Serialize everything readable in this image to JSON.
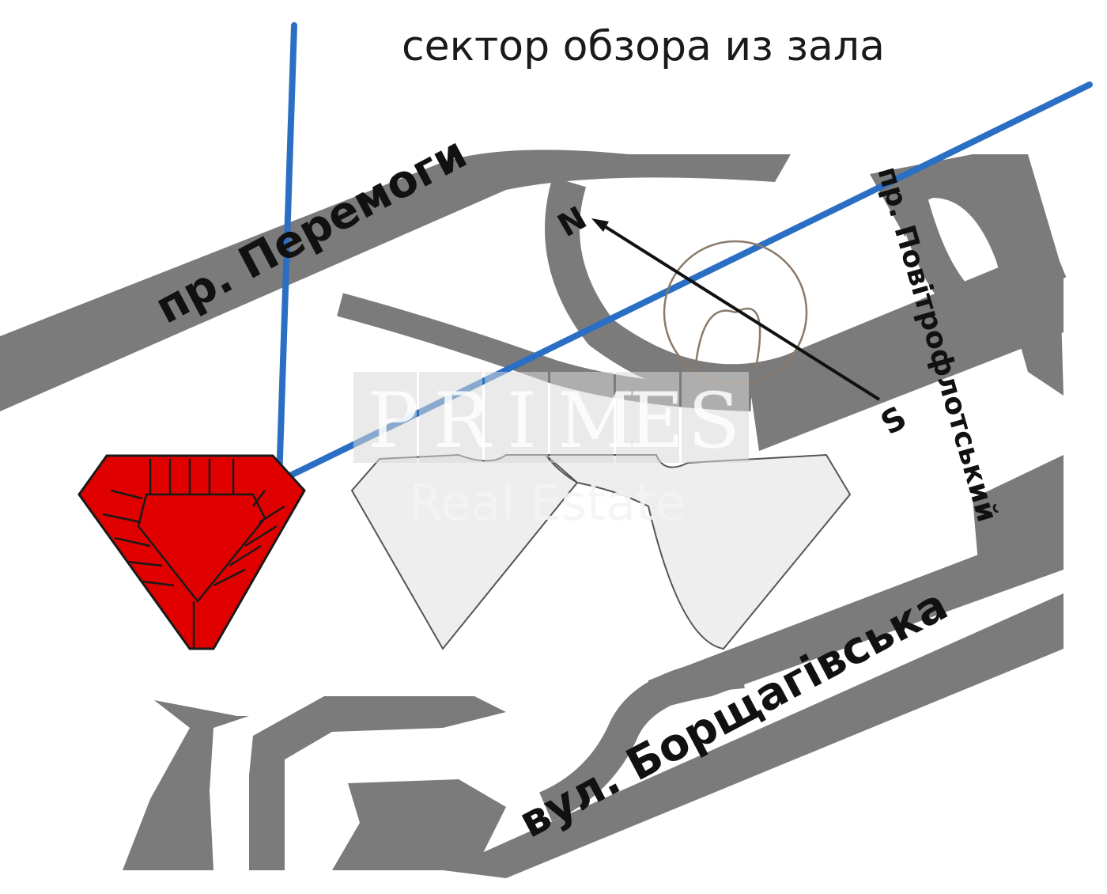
{
  "title": "сектор обзора из зала",
  "streets": {
    "peremogy": "пр. Перемоги",
    "povitroflotskyi": "пр. Повітрофлотський",
    "borshchagivska": "вул. Борщагівська"
  },
  "compass": {
    "north": "N",
    "south": "S",
    "north_icon": "north-arrow-icon",
    "sun_icon": "sun-path-circle-icon"
  },
  "watermark": {
    "letters": [
      "P",
      "R",
      "I",
      "M",
      "E",
      "S"
    ],
    "subtitle": "Real Estate"
  },
  "colors": {
    "road": "#7b7b7b",
    "view_sector": "#2a6fc4",
    "target_building": "#e00000",
    "other_buildings": "#eeeeee"
  }
}
